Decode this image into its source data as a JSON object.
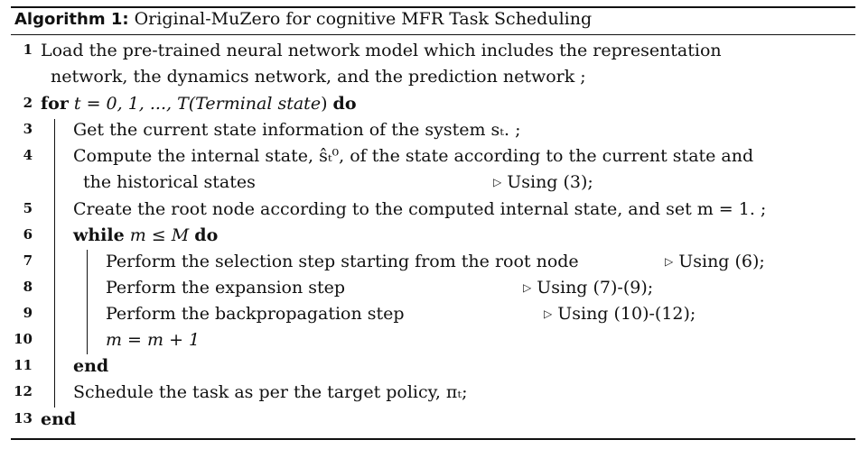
{
  "caption": {
    "label": "Algorithm 1:",
    "title": "Original-MuZero for cognitive MFR Task Scheduling"
  },
  "lines": [
    {
      "num": "1",
      "text": "Load the pre-trained neural network model which includes the representation"
    },
    {
      "num": "",
      "text": "network, the dynamics network, and the prediction network ;"
    },
    {
      "num": "2",
      "kw": "for",
      "expr": "t = 0, 1, ..., T(",
      "ital": "Terminal state",
      "close": ")",
      "kw2": "do"
    },
    {
      "num": "3",
      "text": "Get the current state information of the system sₜ. ;"
    },
    {
      "num": "4",
      "text": "Compute the internal state, ŝₜ⁰, of the state according to the current state and"
    },
    {
      "num": "",
      "text": "the historical states",
      "note": "Using (3);"
    },
    {
      "num": "5",
      "text": "Create the root node according to the computed internal state, and set m = 1. ;"
    },
    {
      "num": "6",
      "kw": "while",
      "expr": "m ≤ M",
      "kw2": "do"
    },
    {
      "num": "7",
      "text": "Perform the selection step starting from the root node",
      "note": "Using (6);"
    },
    {
      "num": "8",
      "text": "Perform the expansion step",
      "note": "Using (7)-(9);"
    },
    {
      "num": "9",
      "text": "Perform the backpropagation step",
      "note": "Using (10)-(12);"
    },
    {
      "num": "10",
      "text": "m = m + 1"
    },
    {
      "num": "11",
      "kw": "end"
    },
    {
      "num": "12",
      "text": "Schedule the task as per the target policy, πₜ;"
    },
    {
      "num": "13",
      "kw": "end"
    }
  ],
  "comment_marker": "▷"
}
